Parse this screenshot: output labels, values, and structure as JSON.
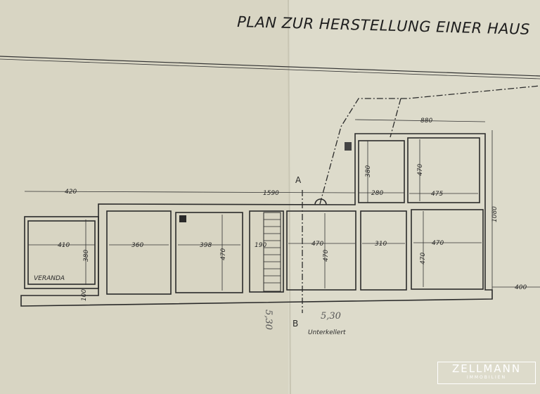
{
  "title": "PLAN ZUR HERSTELLUNG EINER HAUS",
  "labels": {
    "veranda": "VERANDA",
    "unterkellert": "Unterkellert",
    "section_a": "A",
    "section_b": "B",
    "handwritten_1": "5,30",
    "handwritten_2": "5,30"
  },
  "dimensions": {
    "d420": "420",
    "d1590": "1590",
    "d410": "410",
    "d380a": "380",
    "d100": "100",
    "d360": "360",
    "d398": "398",
    "d470a": "470",
    "d190": "190",
    "d470b": "470",
    "d470c": "470",
    "d310": "310",
    "d470d": "470",
    "d470e": "470",
    "d880": "880",
    "d380b": "380",
    "d280": "280",
    "d470f": "470",
    "d475": "475",
    "d1080": "1080",
    "d400": "400"
  },
  "watermark": {
    "name": "ZELLMANN",
    "sub": "IMMOBILIEN"
  }
}
